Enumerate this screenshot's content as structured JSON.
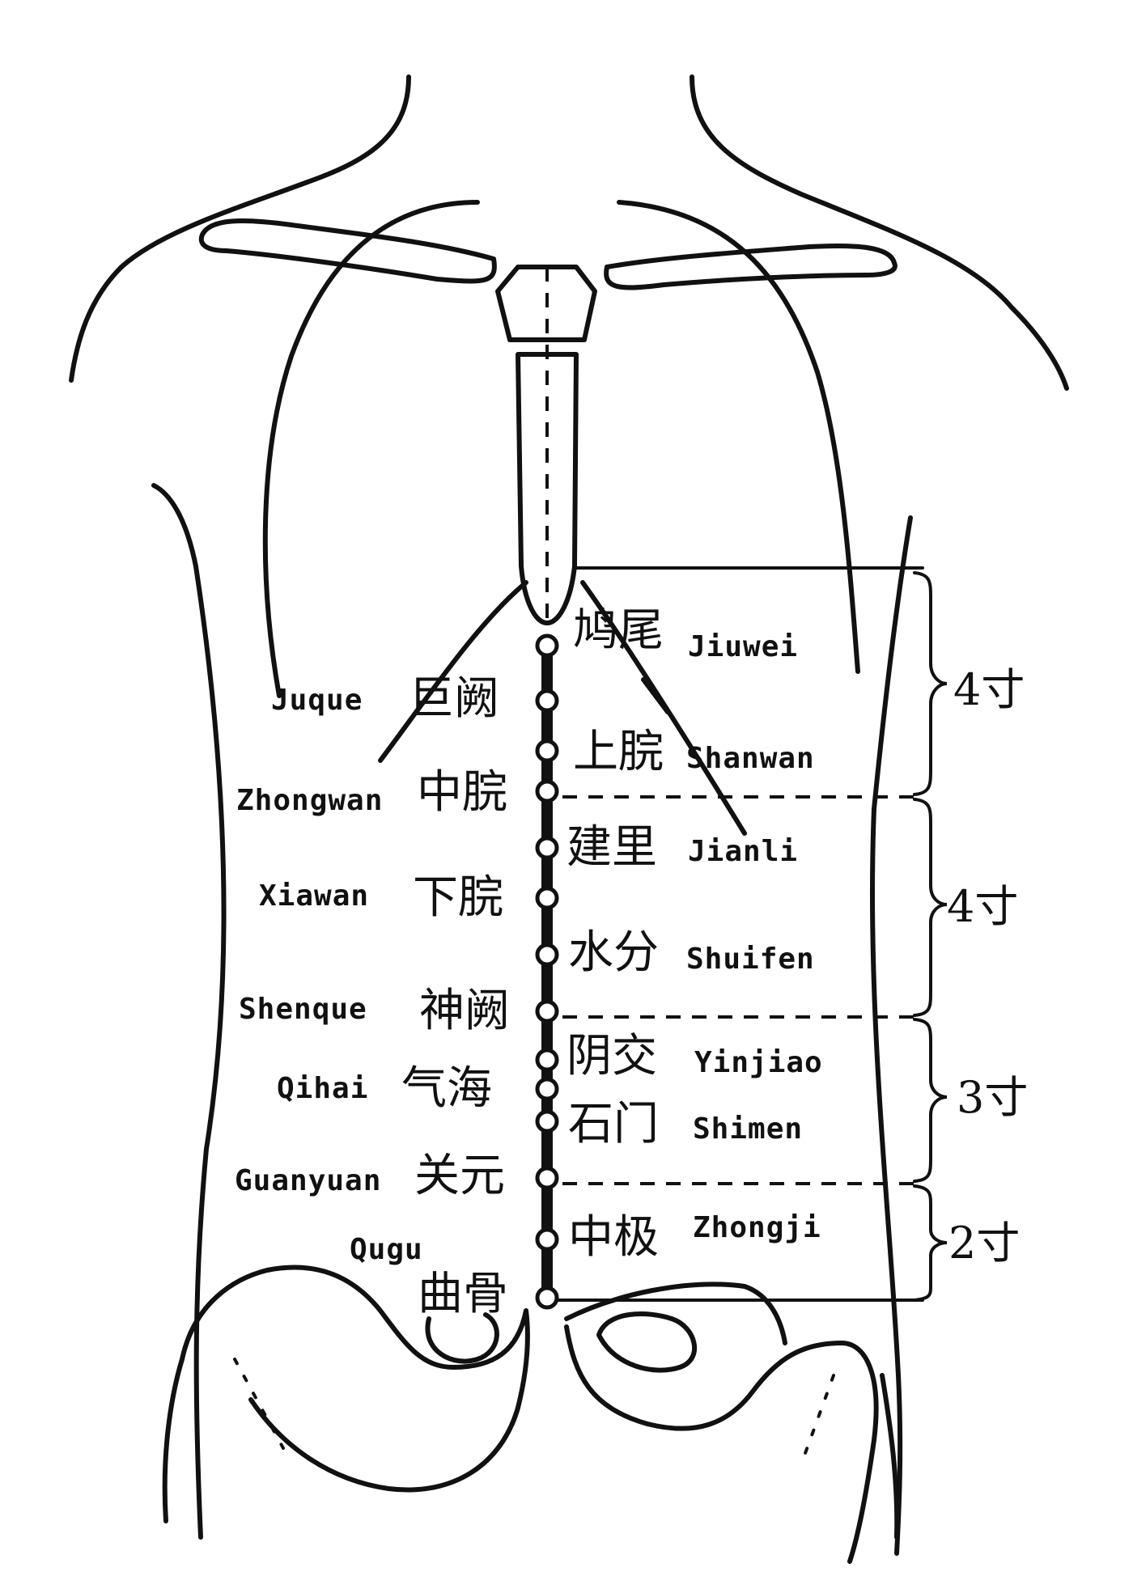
{
  "points": [
    {
      "id": "jiuwei",
      "cn": "鸠尾",
      "py": "Jiuwei",
      "side": "right"
    },
    {
      "id": "juque",
      "cn": "巨阙",
      "py": "Juque",
      "side": "left"
    },
    {
      "id": "shangwan",
      "cn": "上脘",
      "py": "Shanwan",
      "side": "right"
    },
    {
      "id": "zhongwan",
      "cn": "中脘",
      "py": "Zhongwan",
      "side": "left"
    },
    {
      "id": "jianli",
      "cn": "建里",
      "py": "Jianli",
      "side": "right"
    },
    {
      "id": "xiawan",
      "cn": "下脘",
      "py": "Xiawan",
      "side": "left"
    },
    {
      "id": "shuifen",
      "cn": "水分",
      "py": "Shuifen",
      "side": "right"
    },
    {
      "id": "shenque",
      "cn": "神阙",
      "py": "Shenque",
      "side": "left"
    },
    {
      "id": "yinjiao",
      "cn": "阴交",
      "py": "Yinjiao",
      "side": "right"
    },
    {
      "id": "qihai",
      "cn": "气海",
      "py": "Qihai",
      "side": "left"
    },
    {
      "id": "shimen",
      "cn": "石门",
      "py": "Shimen",
      "side": "right"
    },
    {
      "id": "guanyuan",
      "cn": "关元",
      "py": "Guanyuan",
      "side": "left"
    },
    {
      "id": "zhongji",
      "cn": "中极",
      "py": "Zhongji",
      "side": "right"
    },
    {
      "id": "qugu",
      "cn": "曲骨",
      "py": "Qugu",
      "side": "left"
    }
  ],
  "measurements": [
    "4寸",
    "4寸",
    "3寸",
    "2寸"
  ],
  "colors": {
    "ink": "#111111",
    "paper": "#ffffff"
  }
}
